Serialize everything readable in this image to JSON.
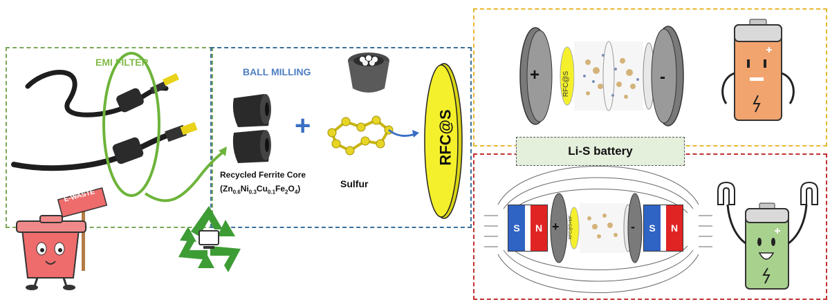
{
  "labels": {
    "emi_filter": "EMI FILTER",
    "ball_milling": "BALL MILLING",
    "recycled_core_line1": "Recycled Ferrite Core",
    "recycled_core_line2_prefix": "(Zn",
    "sub_zn": "0.6",
    "ni": "Ni",
    "sub_ni": "0.3",
    "cu": "Cu",
    "sub_cu": "0.1",
    "fe": "Fe",
    "sub_fe": "2",
    "o": "O",
    "sub_o": "4",
    "formula_close": ")",
    "sulfur": "Sulfur",
    "rfc_disc": "RFC@S",
    "rfc_small_top": "RFC@S",
    "rfc_small_bottom": "RFC@S+MF",
    "li_s_battery": "Li-S battery",
    "ewaste_sign": "E-WASTE",
    "plus": "+",
    "minus": "-",
    "magnet_s": "S",
    "magnet_n": "N"
  },
  "colors": {
    "green_dash": "#7aa85a",
    "blue_dash": "#3a6f9a",
    "yellow_dash": "#e6b830",
    "red_dash": "#c0302f",
    "emi_text": "#82bb48",
    "ball_text": "#4e7fc2",
    "disc_yellow": "#f4f02c",
    "li_s_box": "#e4efdc",
    "magnet_blue": "#2f63c4",
    "magnet_red": "#e02424",
    "orange_battery": "#f2a46e",
    "green_battery": "#a9d18e",
    "recycle_green": "#3e9c35",
    "pink_bin": "#ee6c6c"
  },
  "icons": [
    "cable-icon",
    "ferrite-core-icon",
    "mortar-icon",
    "sulfur-molecule-icon",
    "arrow-icon",
    "recycle-icon",
    "trash-bin-icon",
    "battery-icon",
    "magnet-icon"
  ]
}
